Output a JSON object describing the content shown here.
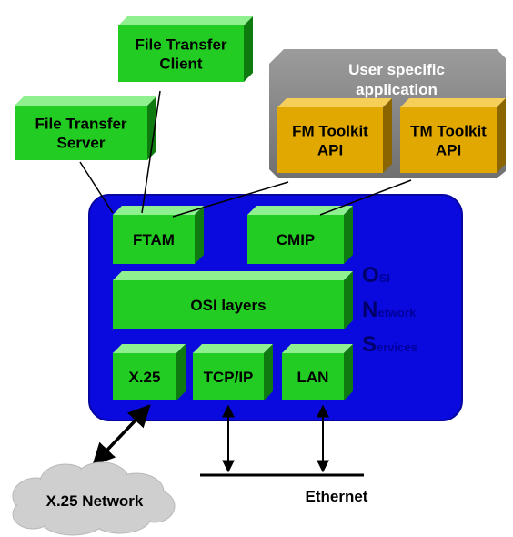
{
  "boxes": {
    "ft_client": {
      "line1": "File Transfer",
      "line2": "Client"
    },
    "ft_server": {
      "line1": "File Transfer",
      "line2": "Server"
    },
    "user_app": {
      "line1": "User specific",
      "line2": "application"
    },
    "fm_toolkit": {
      "line1": "FM Toolkit",
      "line2": "API"
    },
    "tm_toolkit": {
      "line1": "TM Toolkit",
      "line2": "API"
    },
    "ftam": "FTAM",
    "cmip": "CMIP",
    "osi_layers": "OSI layers",
    "x25": "X.25",
    "tcpip": "TCP/IP",
    "lan": "LAN"
  },
  "osi_title": {
    "o_initial": "O",
    "o_rest": "SI",
    "n_initial": "N",
    "n_rest": "etwork",
    "s_initial": "S",
    "s_rest": "ervices"
  },
  "x25_network": "X.25 Network",
  "ethernet": "Ethernet",
  "colors": {
    "green_box": "#22cc22",
    "green_dark": "#0f7a0f",
    "green_light": "#8ff08f",
    "gold_box": "#e0a800",
    "blue_panel": "#0a0adf",
    "gray_panel": "#8a8a8a",
    "cloud": "#d0d0d0"
  }
}
